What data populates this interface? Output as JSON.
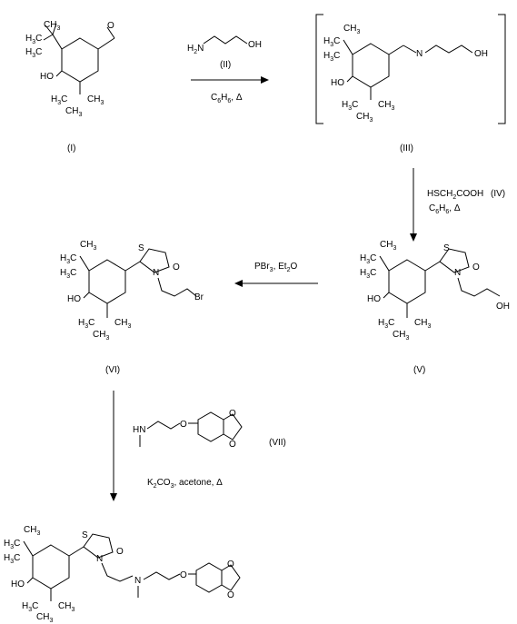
{
  "compounds": {
    "I": {
      "label": "(I)"
    },
    "II": {
      "label": "(II)",
      "structure_text": "H2N-CH2CH2CH2-OH"
    },
    "III": {
      "label": "(III)"
    },
    "IV": {
      "label": "(IV)",
      "formula": "HSCH2COOH"
    },
    "V": {
      "label": "(V)"
    },
    "VI": {
      "label": "(VI)"
    },
    "VII": {
      "label": "(VII)"
    },
    "final": {
      "label": ""
    }
  },
  "atoms": {
    "h3c": "H3C",
    "ch3": "CH3",
    "ho": "HO",
    "oh": "OH",
    "s": "S",
    "n": "N",
    "o": "O",
    "br": "Br",
    "h2n": "H2N",
    "hn": "HN"
  },
  "reactions": {
    "step1": {
      "reagent": "(II)",
      "conditions": "C6H6, Δ"
    },
    "step2": {
      "reagent": "HSCH2COOH",
      "reagent_label": "(IV)",
      "conditions": "C6H6, Δ"
    },
    "step3": {
      "conditions": "PBr3, Et2O"
    },
    "step4": {
      "reagent_label": "(VII)",
      "conditions": "K2CO3, acetone, Δ"
    }
  }
}
